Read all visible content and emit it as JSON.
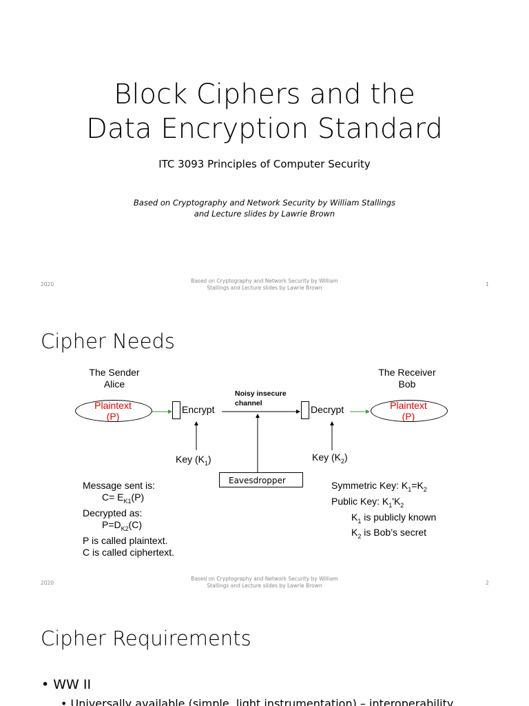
{
  "slide1": {
    "title_line1": "Block Ciphers and the",
    "title_line2": "Data Encryption Standard",
    "subtitle": "ITC 3093 Principles of Computer Security",
    "credit_line1": "Based on Cryptography and Network Security by William Stallings",
    "credit_line2": "and Lecture slides by Lawrie Brown",
    "footer_year": "2020",
    "footer_mid_line1": "Based on Cryptography and Network Security by William",
    "footer_mid_line2": "Stallings and Lecture slides by Lawrie Brown",
    "page_num": "1"
  },
  "slide2": {
    "title": "Cipher Needs",
    "sender_line1": "The Sender",
    "sender_line2": "Alice",
    "receiver_line1": "The Receiver",
    "receiver_line2": "Bob",
    "plaintext_left_1": "Plaintext",
    "plaintext_left_2": "(P)",
    "plaintext_right_1": "Plaintext",
    "plaintext_right_2": "(P)",
    "encrypt": "Encrypt",
    "decrypt": "Decrypt",
    "channel_line1": "Noisy insecure",
    "channel_line2": "channel",
    "key1": "Key (K",
    "key1_sub": "1",
    "key2": "Key (K",
    "key2_sub": "2",
    "eavesdropper": "Eavesdropper",
    "msg_line1": "Message sent is:",
    "msg_line2": "C= E",
    "msg_line2_sub": "K1",
    "msg_line2_end": "(P)",
    "msg_line3": "Decrypted as:",
    "msg_line4": "P=D",
    "msg_line4_sub": "K2",
    "msg_line4_end": "(C)",
    "msg_line5": "P is called plaintext.",
    "msg_line6": "C is called ciphertext.",
    "sym_key": "Symmetric Key: K",
    "sym_key_sub1": "1",
    "sym_key_eq": "=K",
    "sym_key_sub2": "2",
    "pub_key": "Public Key: K",
    "pub_key_sub1": "1",
    "pub_key_sym": "'K",
    "pub_key_sub2": "2",
    "k1_known": "K",
    "k1_known_sub": "1",
    "k1_known_end": " is publicly known",
    "k2_secret": "K",
    "k2_secret_sub": "2",
    "k2_secret_end": " is Bob’s secret",
    "footer_year": "2020",
    "footer_mid_line1": "Based on Cryptography and Network Security by William",
    "footer_mid_line2": "Stallings and Lecture slides by Lawrie Brown",
    "page_num": "2"
  },
  "slide3": {
    "title": "Cipher Requirements",
    "bullet1": "• WW II",
    "bullet1_sub": "• Universally available (simple, light instrumentation) – interoperability"
  },
  "colors": {
    "plaintext": "#e00000",
    "arrow_green": "#3a9a3a",
    "footer": "#888888"
  }
}
